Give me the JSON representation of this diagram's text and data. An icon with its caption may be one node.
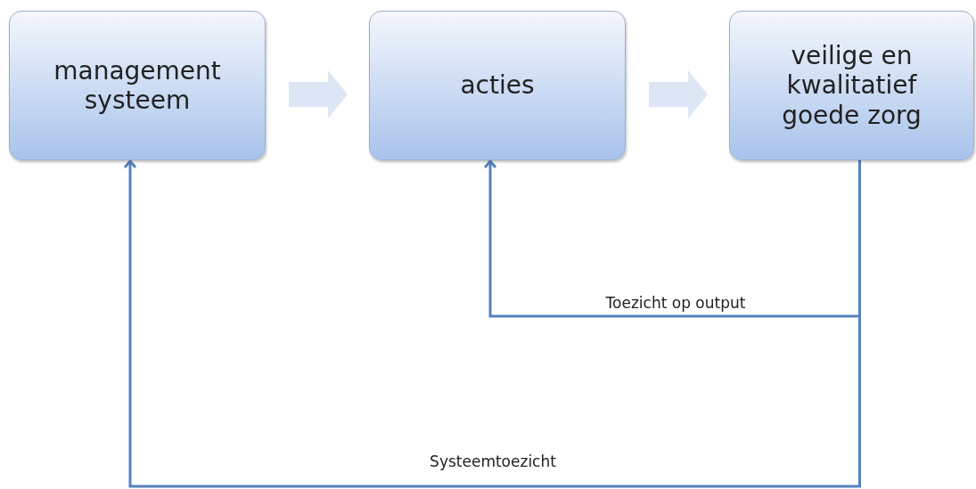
{
  "diagram": {
    "nodes": [
      {
        "text": [
          "management systeem"
        ]
      },
      {
        "text": [
          "acties"
        ]
      },
      {
        "text": [
          "veilige en kwalitatief goede zorg"
        ]
      }
    ],
    "edges": [
      {
        "from": 0,
        "to": 1,
        "arrow": "to",
        "style": "thick",
        "color": "#dce6f4"
      },
      {
        "from": 1,
        "to": 2,
        "arrow": "to",
        "style": "thick",
        "color": "#dce6f4"
      },
      {
        "from": 2,
        "to": 1,
        "arrow": "to",
        "label": "Toezicht op output"
      },
      {
        "from": 2,
        "to": 0,
        "arrow": "to",
        "label": "Systeemtoezicht"
      }
    ]
  }
}
